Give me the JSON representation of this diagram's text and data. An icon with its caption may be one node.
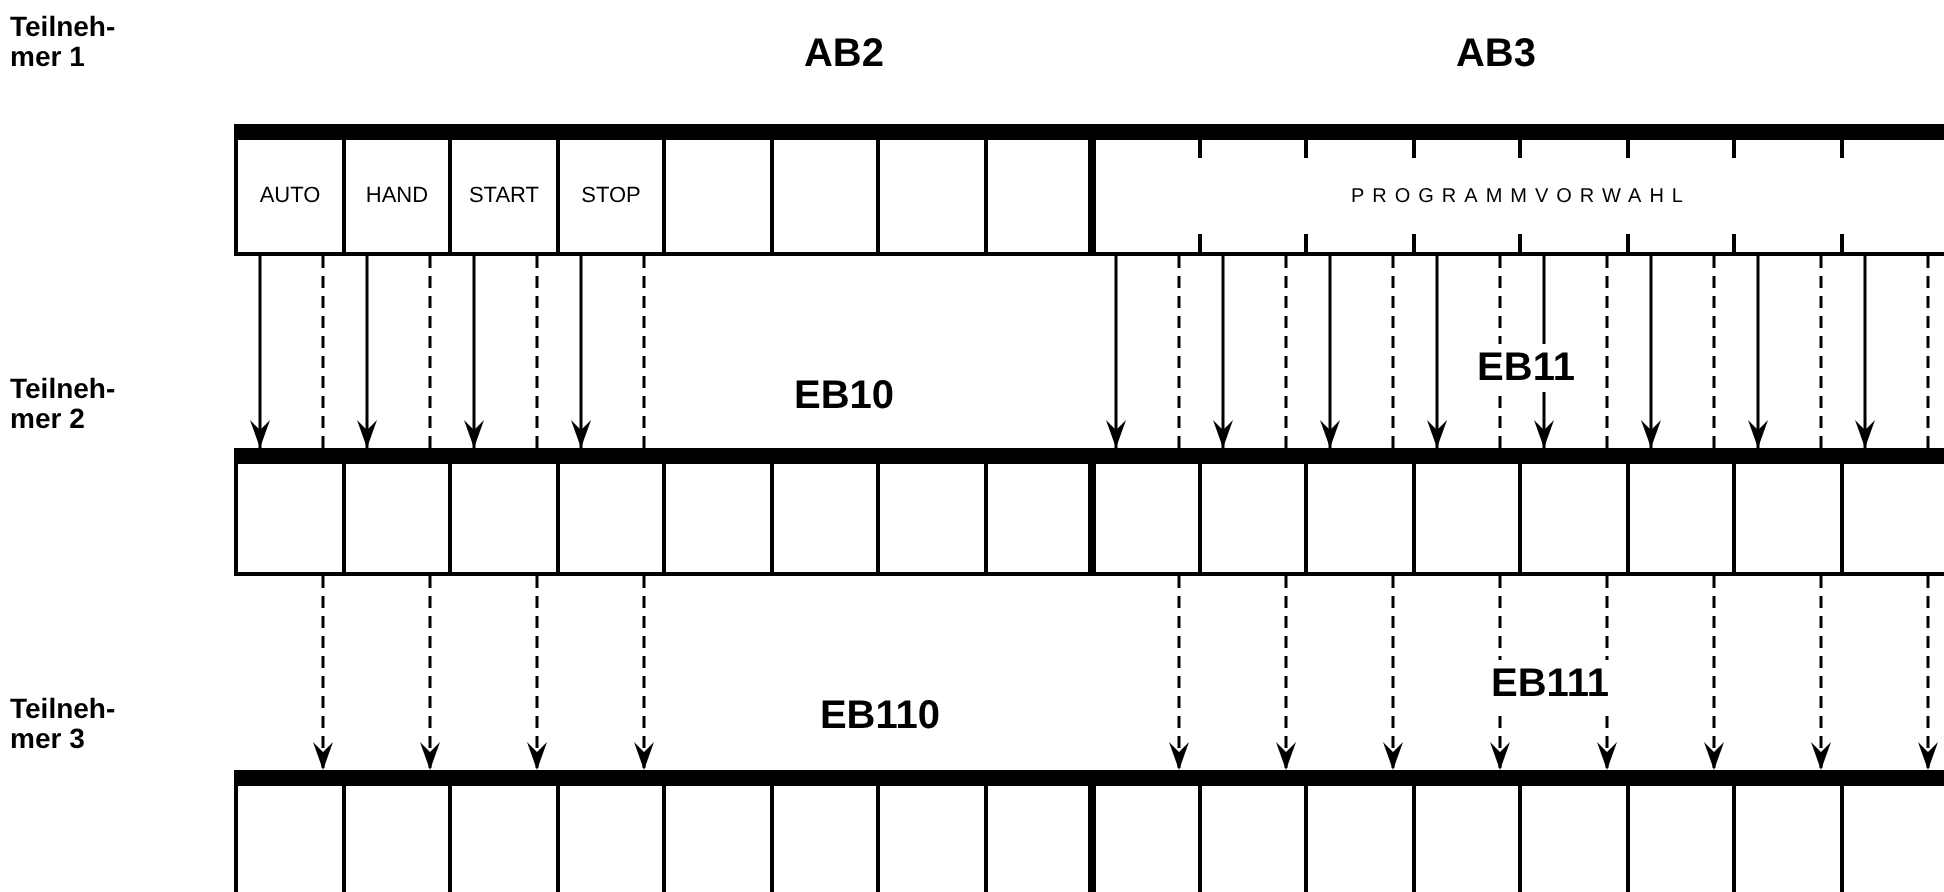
{
  "diagram": {
    "nodes": [
      {
        "text": [
          "AUTO"
        ]
      },
      {
        "text": [
          "HAND"
        ]
      },
      {
        "text": [
          "START"
        ]
      },
      {
        "text": [
          "STOP"
        ]
      },
      {
        "text": [],
        "shape": "box"
      },
      {
        "text": [],
        "shape": "box"
      },
      {
        "text": [],
        "shape": "box"
      },
      {
        "text": [],
        "shape": "box"
      },
      {
        "text": [
          "PROGRAMMVORWAHL"
        ]
      },
      {
        "text": [],
        "shape": "box"
      },
      {
        "text": [],
        "shape": "box"
      },
      {
        "text": [],
        "shape": "box"
      },
      {
        "text": [],
        "shape": "box"
      },
      {
        "text": [],
        "shape": "box"
      },
      {
        "text": [],
        "shape": "box"
      },
      {
        "text": [],
        "shape": "box"
      },
      {
        "text": [],
        "shape": "box"
      },
      {
        "text": [],
        "shape": "box"
      },
      {
        "text": [],
        "shape": "box"
      },
      {
        "text": [],
        "shape": "box"
      },
      {
        "text": [],
        "shape": "box"
      },
      {
        "text": [],
        "shape": "box"
      },
      {
        "text": [],
        "shape": "box"
      },
      {
        "text": [],
        "shape": "box"
      },
      {
        "text": [],
        "shape": "box"
      },
      {
        "text": [],
        "shape": "box"
      },
      {
        "text": [],
        "shape": "box"
      },
      {
        "text": [],
        "shape": "box"
      },
      {
        "text": [],
        "shape": "box"
      },
      {
        "text": [],
        "shape": "box"
      },
      {
        "text": [],
        "shape": "box"
      },
      {
        "text": [],
        "shape": "box"
      },
      {
        "text": [],
        "shape": "box"
      },
      {
        "text": [],
        "shape": "box"
      },
      {
        "text": [],
        "shape": "box"
      },
      {
        "text": [],
        "shape": "box"
      },
      {
        "text": [],
        "shape": "box"
      },
      {
        "text": [],
        "shape": "box"
      },
      {
        "text": [],
        "shape": "box"
      },
      {
        "text": [],
        "shape": "box"
      },
      {
        "text": [],
        "shape": "box"
      }
    ],
    "edges": [
      {
        "from": 0,
        "to": 9,
        "arrow": "to"
      },
      {
        "from": 1,
        "to": 10,
        "arrow": "to"
      },
      {
        "from": 2,
        "to": 11,
        "arrow": "to"
      },
      {
        "from": 3,
        "to": 12,
        "arrow": "to"
      },
      {
        "from": 8,
        "to": 17,
        "arrow": "to"
      },
      {
        "from": 8,
        "to": 18,
        "arrow": "to"
      },
      {
        "from": 8,
        "to": 19,
        "arrow": "to"
      },
      {
        "from": 8,
        "to": 20,
        "arrow": "to"
      },
      {
        "from": 8,
        "to": 21,
        "arrow": "to"
      },
      {
        "from": 8,
        "to": 22,
        "arrow": "to"
      },
      {
        "from": 8,
        "to": 23,
        "arrow": "to"
      },
      {
        "from": 8,
        "to": 24,
        "arrow": "to"
      },
      {
        "from": 0,
        "to": 9,
        "arrow": "none",
        "style": "dashed"
      },
      {
        "from": 1,
        "to": 10,
        "arrow": "none",
        "style": "dashed"
      },
      {
        "from": 2,
        "to": 11,
        "arrow": "none",
        "style": "dashed"
      },
      {
        "from": 3,
        "to": 12,
        "arrow": "none",
        "style": "dashed"
      },
      {
        "from": 8,
        "to": 17,
        "arrow": "none",
        "style": "dashed"
      },
      {
        "from": 8,
        "to": 18,
        "arrow": "none",
        "style": "dashed"
      },
      {
        "from": 8,
        "to": 19,
        "arrow": "none",
        "style": "dashed"
      },
      {
        "from": 8,
        "to": 20,
        "arrow": "none",
        "style": "dashed"
      },
      {
        "from": 8,
        "to": 21,
        "arrow": "none",
        "style": "dashed"
      },
      {
        "from": 8,
        "to": 22,
        "arrow": "none",
        "style": "dashed"
      },
      {
        "from": 8,
        "to": 23,
        "arrow": "none",
        "style": "dashed"
      },
      {
        "from": 8,
        "to": 24,
        "arrow": "none",
        "style": "dashed"
      },
      {
        "from": 9,
        "to": 25,
        "arrow": "to",
        "style": "dashed"
      },
      {
        "from": 10,
        "to": 26,
        "arrow": "to",
        "style": "dashed"
      },
      {
        "from": 11,
        "to": 27,
        "arrow": "to",
        "style": "dashed"
      },
      {
        "from": 12,
        "to": 28,
        "arrow": "to",
        "style": "dashed"
      },
      {
        "from": 17,
        "to": 33,
        "arrow": "to",
        "style": "dashed"
      },
      {
        "from": 18,
        "to": 34,
        "arrow": "to",
        "style": "dashed"
      },
      {
        "from": 19,
        "to": 35,
        "arrow": "to",
        "style": "dashed"
      },
      {
        "from": 20,
        "to": 36,
        "arrow": "to",
        "style": "dashed"
      },
      {
        "from": 21,
        "to": 37,
        "arrow": "to",
        "style": "dashed"
      },
      {
        "from": 22,
        "to": 38,
        "arrow": "to",
        "style": "dashed"
      },
      {
        "from": 23,
        "to": 39,
        "arrow": "to",
        "style": "dashed"
      },
      {
        "from": 24,
        "to": 40,
        "arrow": "to",
        "style": "dashed"
      }
    ],
    "labels": [
      "Teilneh- mer 1",
      "AB2",
      "AB3",
      "Teilneh- mer 2",
      "EB10",
      "EB11",
      "Teilneh- mer 3",
      "EB110",
      "EB111"
    ]
  }
}
